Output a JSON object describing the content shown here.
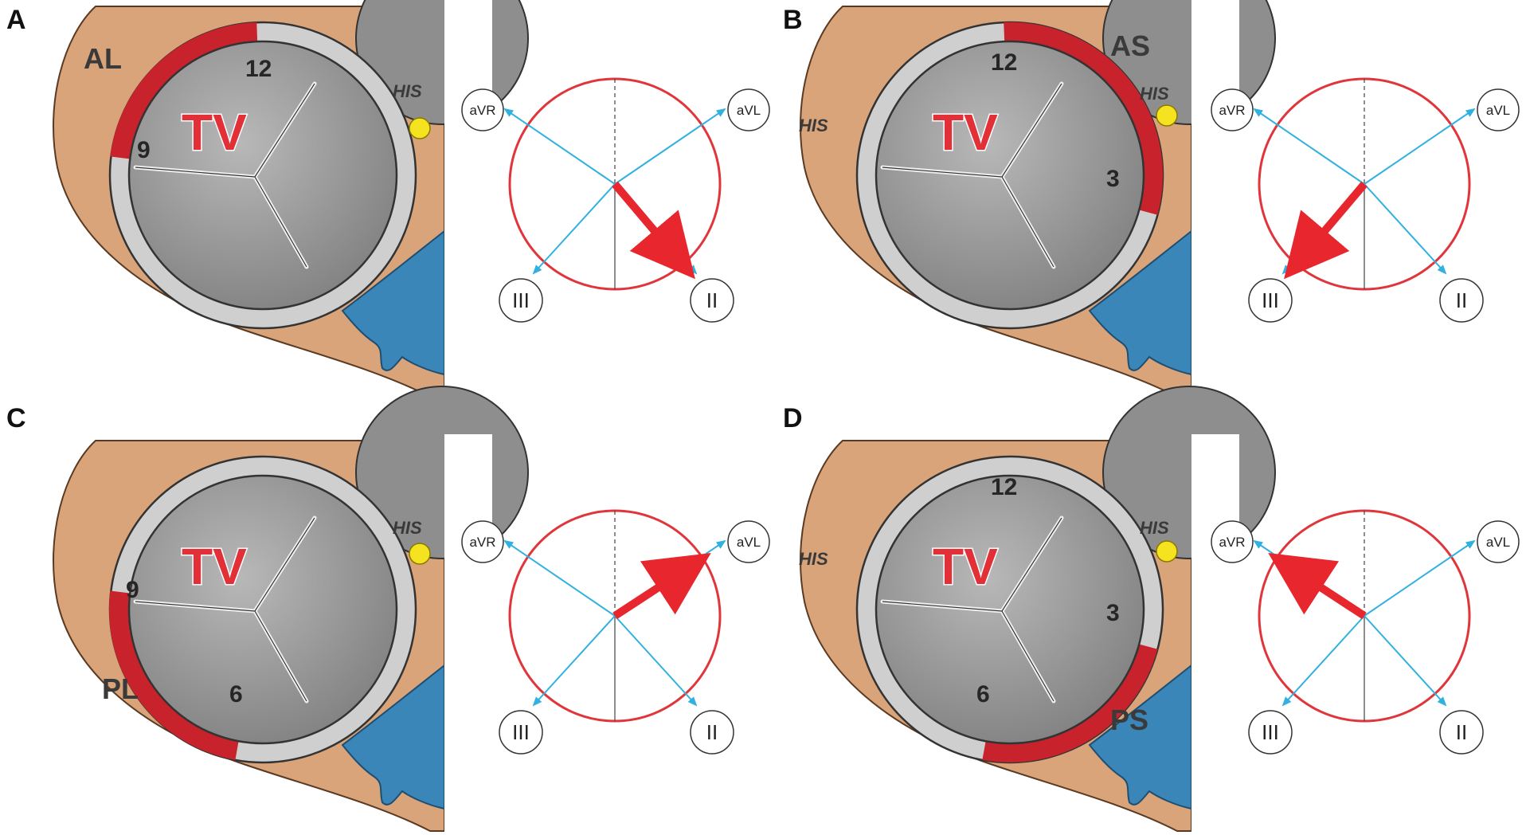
{
  "panels": [
    {
      "id": "A",
      "letter": "A",
      "valve_label": "TV",
      "region_label": "AL",
      "his_labels": [
        "HIS"
      ],
      "position_numbers": [
        "12",
        "9"
      ],
      "highlight_segment": "anterolateral",
      "axis_direction": "II",
      "leads": {
        "avr": "aVR",
        "avl": "aVL",
        "lead3": "III",
        "lead2": "II"
      }
    },
    {
      "id": "B",
      "letter": "B",
      "valve_label": "TV",
      "region_label": "AS",
      "his_labels": [
        "HIS",
        "HIS"
      ],
      "position_numbers": [
        "12",
        "3"
      ],
      "highlight_segment": "anteroseptal",
      "axis_direction": "III",
      "leads": {
        "avr": "aVR",
        "avl": "aVL",
        "lead3": "III",
        "lead2": "II"
      }
    },
    {
      "id": "C",
      "letter": "C",
      "valve_label": "TV",
      "region_label": "PL",
      "his_labels": [
        "HIS"
      ],
      "position_numbers": [
        "9",
        "6"
      ],
      "highlight_segment": "posterolateral",
      "axis_direction": "aVL",
      "leads": {
        "avr": "aVR",
        "avl": "aVL",
        "lead3": "III",
        "lead2": "II"
      }
    },
    {
      "id": "D",
      "letter": "D",
      "valve_label": "TV",
      "region_label": "PS",
      "his_labels": [
        "HIS",
        "HIS"
      ],
      "position_numbers": [
        "12",
        "3",
        "6"
      ],
      "highlight_segment": "posteroseptal",
      "axis_direction": "aVR",
      "leads": {
        "avr": "aVR",
        "avl": "aVL",
        "lead3": "III",
        "lead2": "II"
      }
    }
  ],
  "colors": {
    "tissue": "#d9a47a",
    "tissue_outline": "#5a3a22",
    "valve": "#9c9c9c",
    "annulus": "#cfcfcf",
    "highlight": "#c8232c",
    "vessel": "#3b86b8",
    "his_bundle": "#f4e31e",
    "axis_circle": "#e0353b",
    "lead_arrow": "#31b1e0",
    "main_arrow": "#e8262d"
  }
}
